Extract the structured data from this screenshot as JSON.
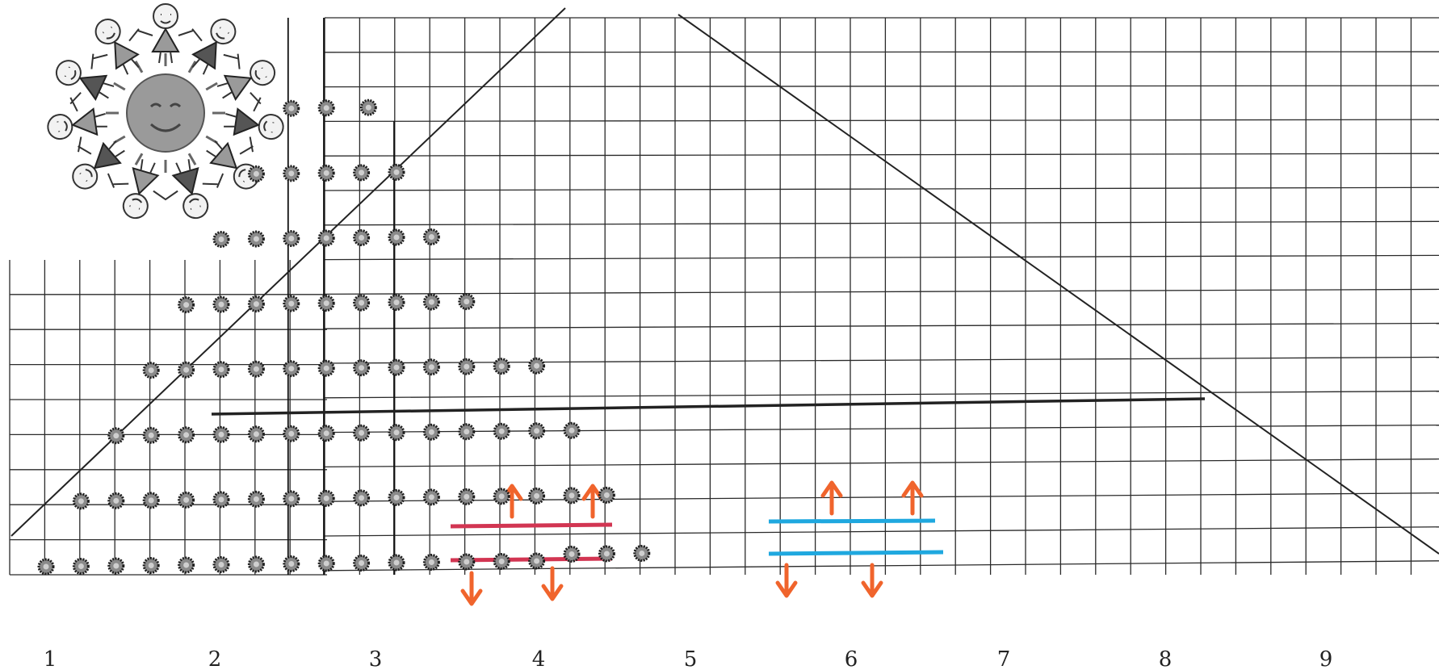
{
  "axis_labels": [
    "1",
    "2",
    "3",
    "4",
    "5",
    "6",
    "7",
    "8",
    "9"
  ],
  "colors": {
    "grid": "#2a2a2a",
    "dot_fill": "#8a8a8a",
    "dot_stroke": "#1e1e1e",
    "red_line": "#d23552",
    "blue_line": "#1fa8df",
    "arrow": "#f0642c",
    "paper": "#ffffff"
  },
  "decoration": {
    "name": "children-holding-hands-around-sun",
    "depicts": "circle of children around a smiling sun"
  },
  "annotations": {
    "red_pair": {
      "description": "two red horizontal lines between columns 3.5 and 4.5, arrows pointing up above and down below"
    },
    "blue_pair": {
      "description": "two blue horizontal lines between columns 5.5 and 6.5, arrows pointing up above and down below"
    }
  }
}
